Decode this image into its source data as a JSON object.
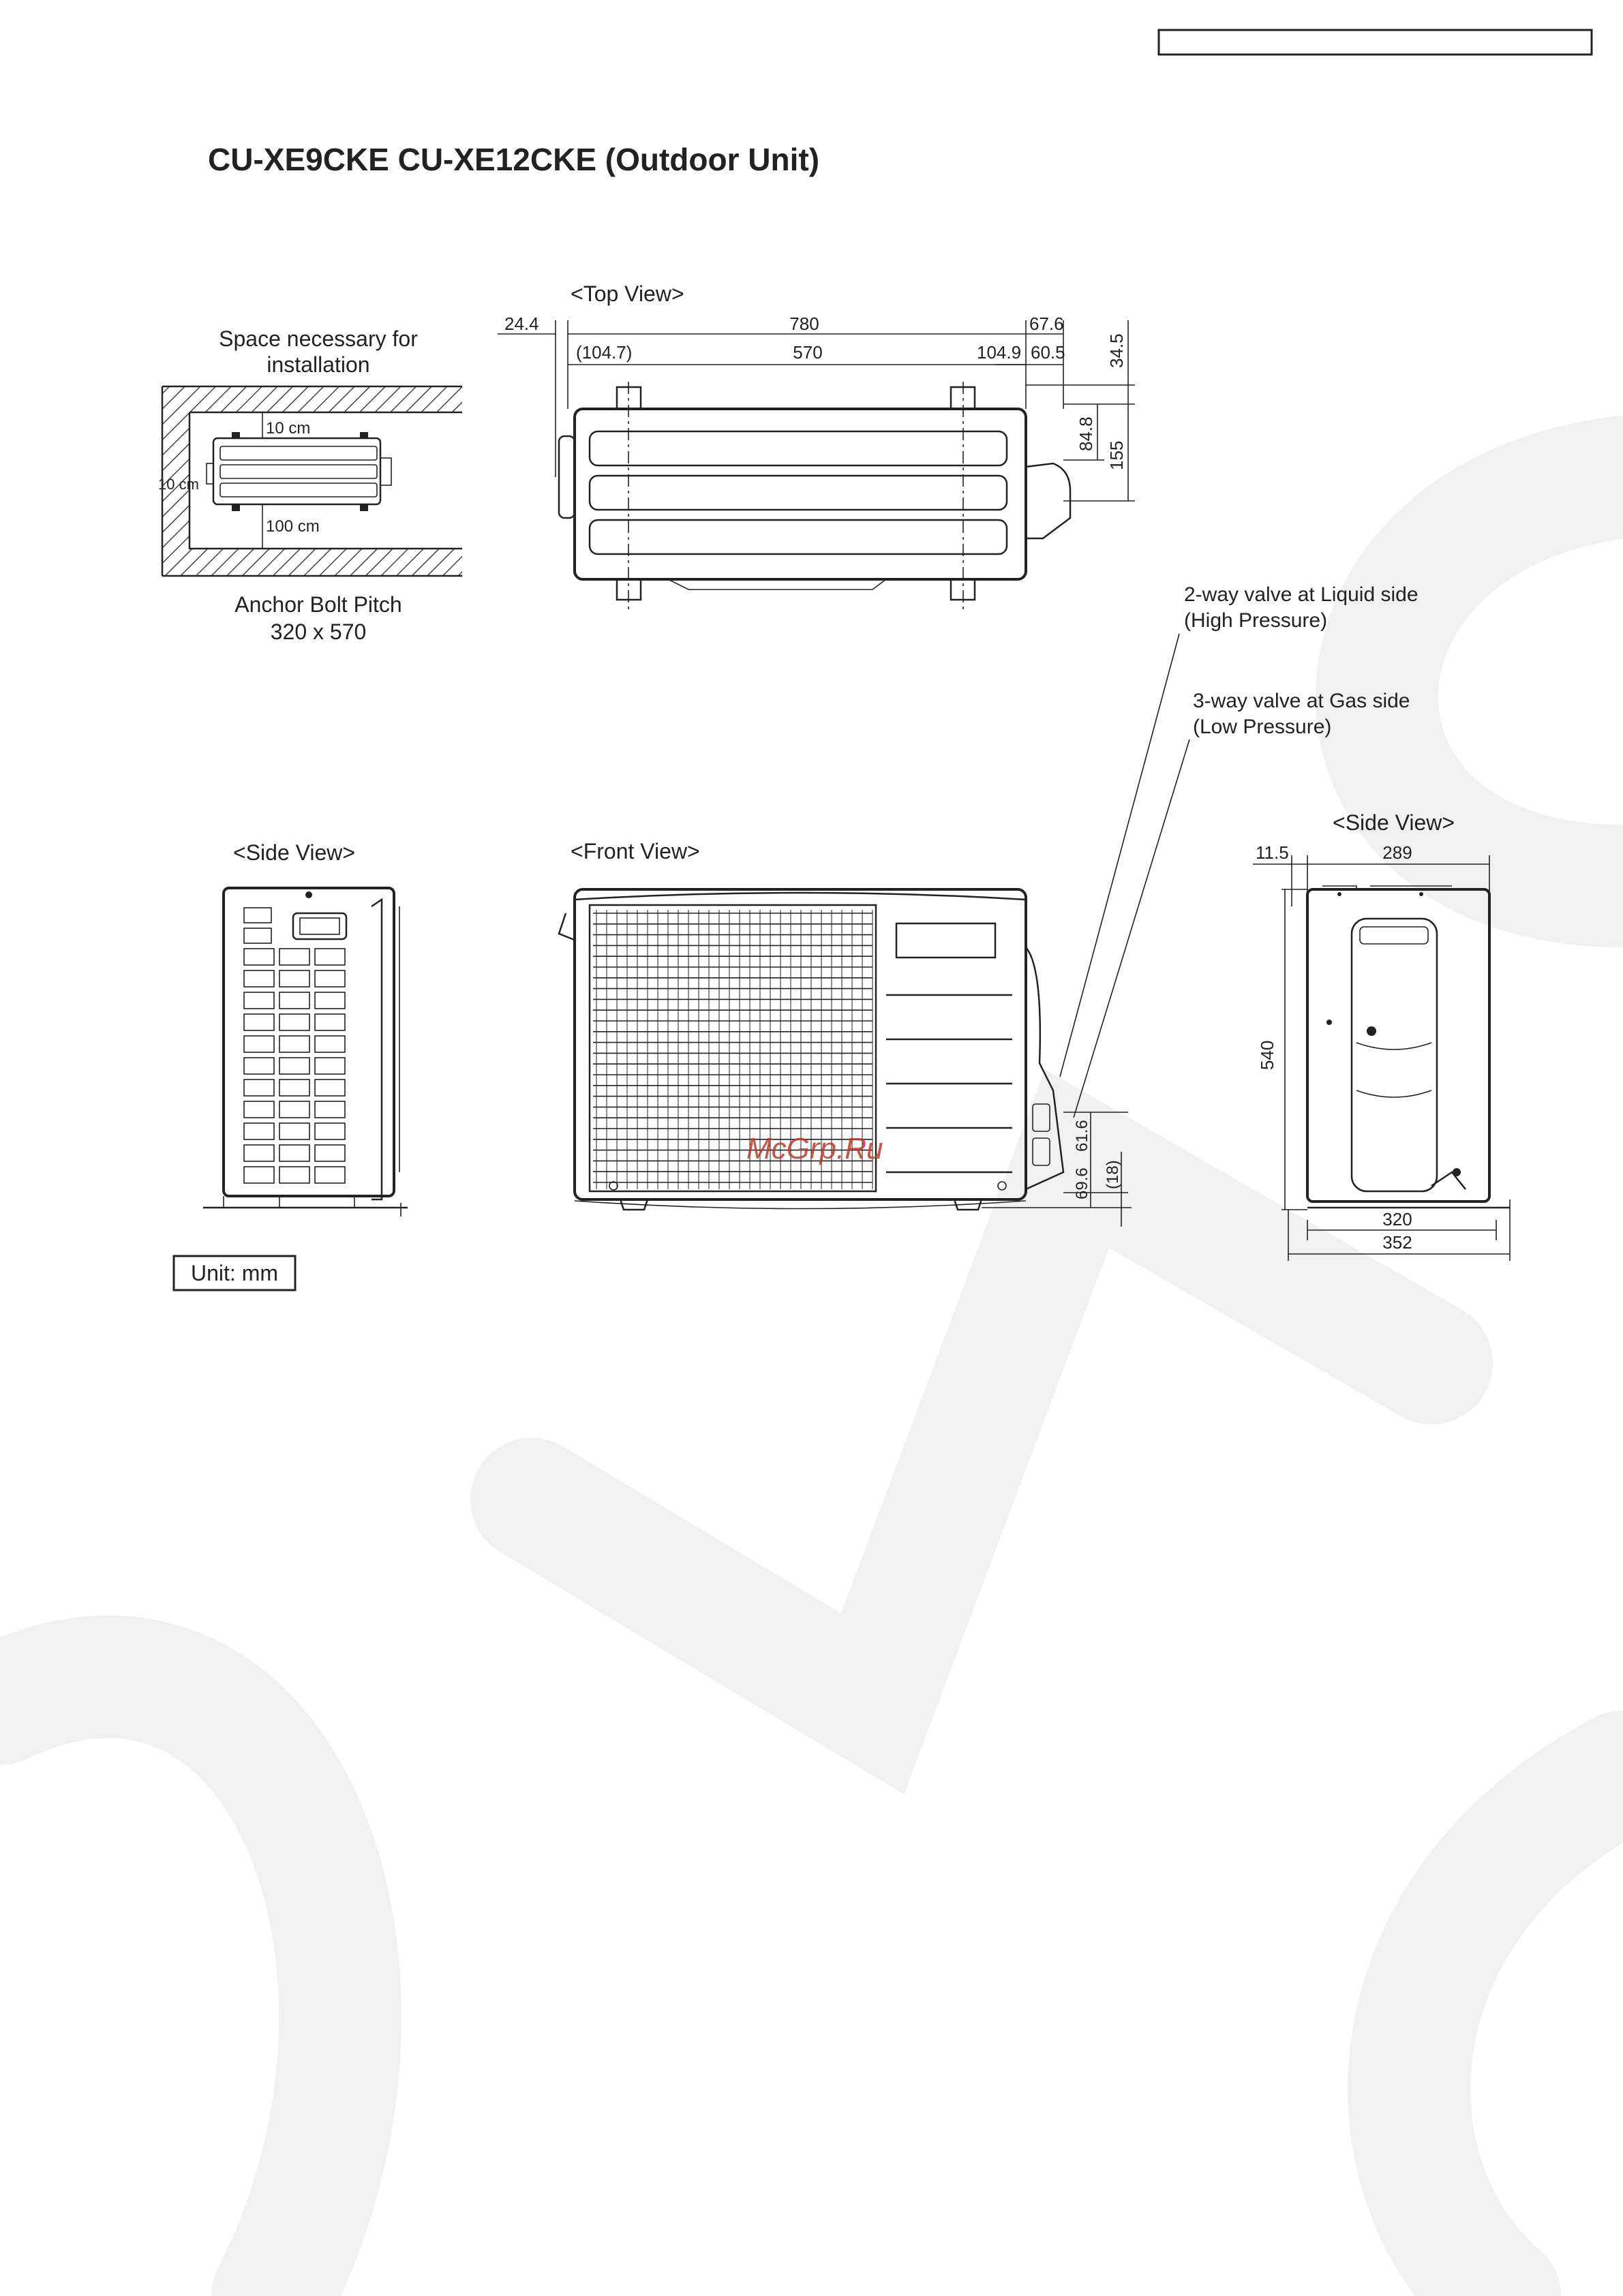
{
  "page": {
    "title": "CU-XE9CKE  CU-XE12CKE  (Outdoor Unit)",
    "watermark": "McGrp.Ru",
    "unit_label": "Unit: mm"
  },
  "space_view": {
    "title_line1": "Space necessary for",
    "title_line2": "installation",
    "top_clearance": "10 cm",
    "side_clearance": "10 cm",
    "front_clearance": "100 cm",
    "anchor_line1": "Anchor Bolt Pitch",
    "anchor_line2": "320 x 570"
  },
  "top_view": {
    "title": "<Top View>",
    "dim_left_offset": "24.4",
    "dim_total_width": "780",
    "dim_right_offset": "67.6",
    "dim_left_bolt": "(104.7)",
    "dim_bolt_pitch": "570",
    "dim_right_bolt": "104.9",
    "dim_valve_offset": "60.5",
    "dim_v1": "34.5",
    "dim_v2": "84.8",
    "dim_v3": "155"
  },
  "valves": {
    "liquid_line1": "2-way valve at Liquid side",
    "liquid_line2": "(High Pressure)",
    "gas_line1": "3-way valve at Gas side",
    "gas_line2": "(Low Pressure)"
  },
  "left_side_view": {
    "title": "<Side View>"
  },
  "front_view": {
    "title": "<Front View>",
    "dim_a": "69.6",
    "dim_b": "61.6",
    "dim_c": "(18)"
  },
  "right_side_view": {
    "title": "<Side View>",
    "dim_offset": "11.5",
    "dim_depth": "289",
    "dim_height": "540",
    "dim_bolt": "320",
    "dim_base": "352"
  },
  "colors": {
    "ink": "#222222",
    "watermark_red": "#c0392b",
    "background_mark": "#f2f2f2"
  }
}
